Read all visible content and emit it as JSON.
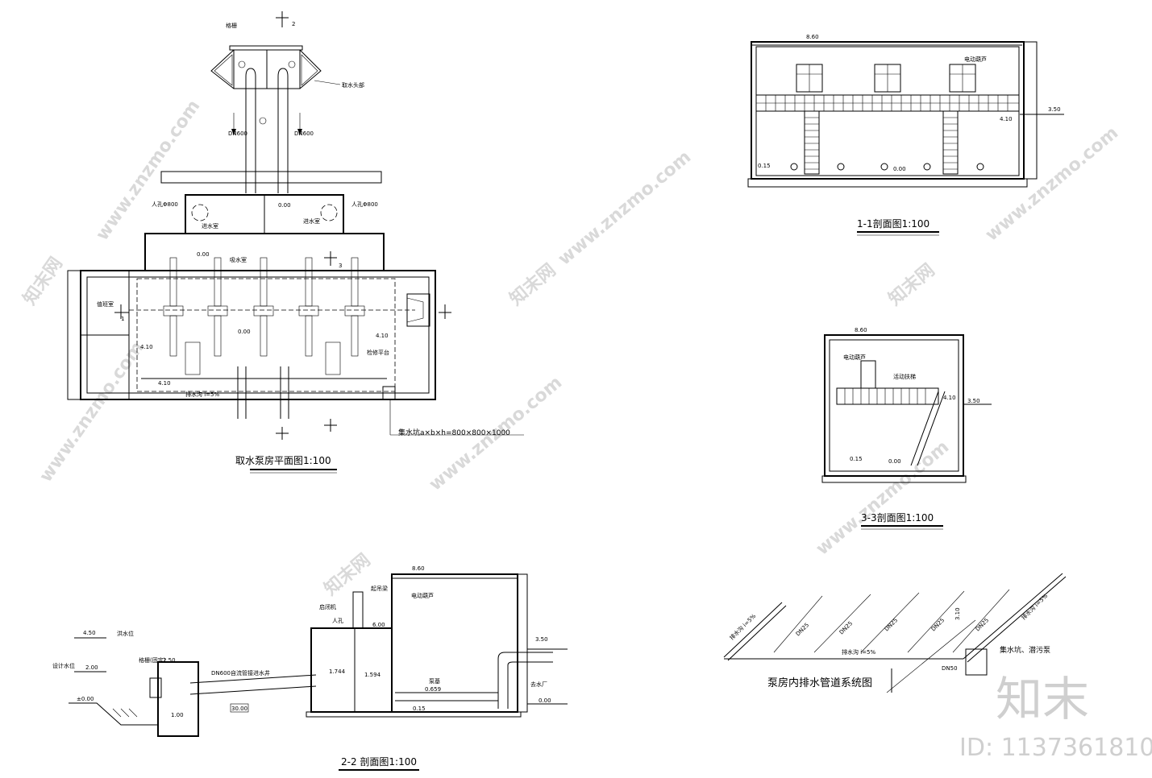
{
  "watermark": {
    "site": "www.znzmo.com",
    "brand": "知末网",
    "logo": "知末",
    "id_label": "ID: 1137361810"
  },
  "plan": {
    "title": "取水泵房平面图1:100",
    "section_mark_top": "2",
    "label_grille": "格栅",
    "label_intake_head": "取水头部",
    "pipe_left": "DN600",
    "pipe_right": "DN600",
    "manhole_left": "人孔Φ800",
    "manhole_right": "人孔Φ800",
    "elev_inlet": "0.00",
    "inlet_room_left": "进水室",
    "inlet_room_right": "进水室",
    "elev_suction": "0.00",
    "suction_room": "吸水室",
    "section_mark_3": "3",
    "duty_room": "值班室",
    "section_mark_1": "1",
    "elev_floor": "0.00",
    "elev_410_a": "4.10",
    "elev_410_b": "4.10",
    "elev_410_c": "4.10",
    "platform": "检修平台",
    "drain_slope": "排水沟 i=5%",
    "sump": "集水坑a×b×h=800×800×1000"
  },
  "sec11": {
    "title": "1-1剖面图1:100",
    "elev_top": "8.60",
    "crane": "电动葫芦",
    "elev_ground": "3.50",
    "elev_platform": "4.10",
    "elev_floor_a": "0.15",
    "elev_floor_b": "0.00"
  },
  "sec33": {
    "title": "3-3剖面图1:100",
    "elev_top": "8.60",
    "crane": "电动葫芦",
    "ladder": "活动扶梯",
    "elev_platform": "4.10",
    "elev_ground": "3.50",
    "elev_floor_a": "0.15",
    "elev_floor_b": "0.00"
  },
  "sec22": {
    "title": "2-2 剖面图1:100",
    "flood_level": "洪水位",
    "elev_flood": "4.50",
    "design_level": "设计水位",
    "elev_design": "2.00",
    "elev_riverbed": "±0.00",
    "grille": "格栅(固定)",
    "elev_head_top": "2.50",
    "elev_head_bottom": "1.00",
    "pipe_label": "DN600自流管接进水井",
    "elev_bottom_block": "30.00",
    "hoist": "启闭机",
    "crane_beam": "起吊梁",
    "manhole": "人孔",
    "elev_600": "6.00",
    "elev_1744": "1.744",
    "elev_1594": "1.594",
    "elev_top": "8.60",
    "crane": "电动葫芦",
    "elev_ground": "3.50",
    "pump_base": "泵基",
    "elev_0659": "0.659",
    "elev_015": "0.15",
    "elev_000": "0.00",
    "outlet": "去水厂"
  },
  "drain": {
    "title": "泵房内排水管道系统图",
    "ditch_left": "排水沟 i=5%",
    "ditch_right": "排水沟 i=5%",
    "ditch_mid": "排水沟 i=5%",
    "pipe_dn25": "DN25",
    "pipe_dn50": "DN50",
    "elev": "3.10",
    "sump": "集水坑、潜污泵"
  }
}
